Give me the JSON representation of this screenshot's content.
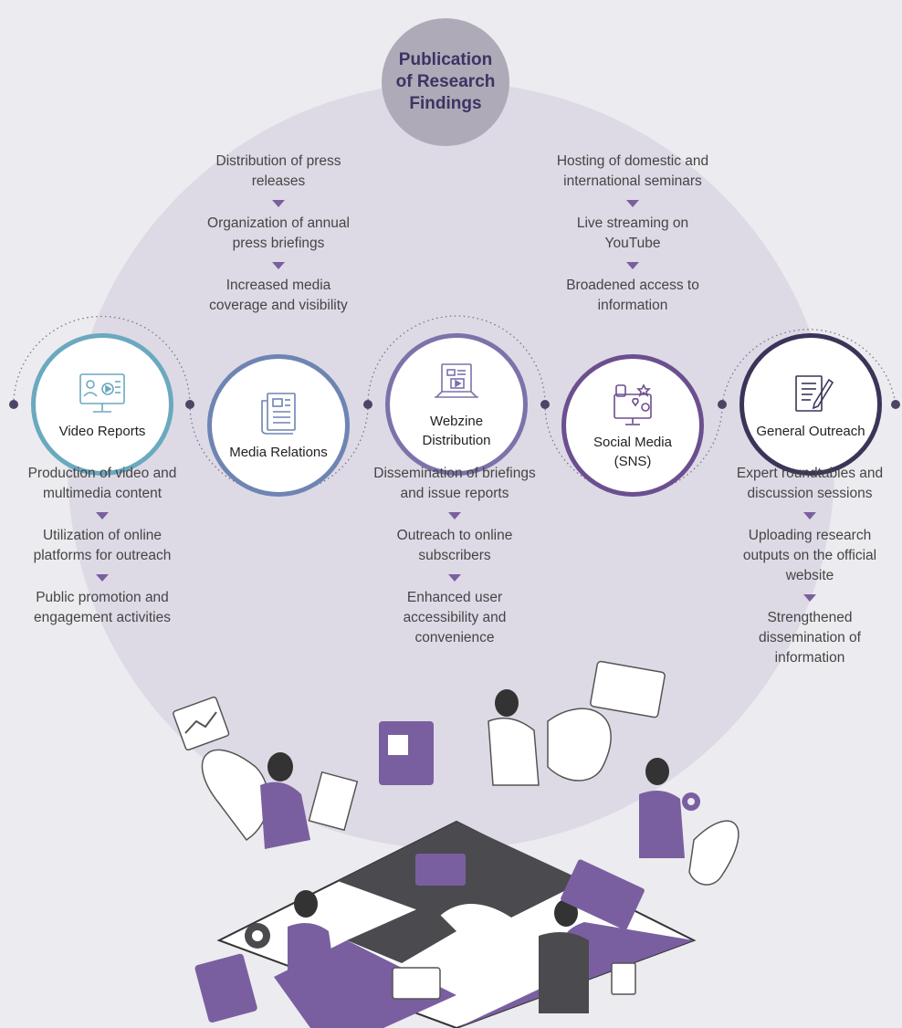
{
  "title": "Publication of Research Findings",
  "channels": [
    {
      "key": "video",
      "label": "Video Reports",
      "icon": "video-monitor-icon",
      "color": "#6aa9bf",
      "steps": [
        "Production of video and multimedia content",
        "Utilization of online platforms for outreach",
        "Public promotion and engagement activities"
      ]
    },
    {
      "key": "media",
      "label": "Media Relations",
      "icon": "newspaper-icon",
      "color": "#6e84b3",
      "steps": [
        "Distribution of press releases",
        "Organization of annual press briefings",
        "Increased media coverage and visibility"
      ]
    },
    {
      "key": "webzine",
      "label": "Webzine Distribution",
      "icon": "laptop-webzine-icon",
      "color": "#7d72aa",
      "steps": [
        "Dissemination of briefings and issue reports",
        "Outreach to online subscribers",
        "Enhanced user accessibility and convenience"
      ]
    },
    {
      "key": "sns",
      "label": "Social Media (SNS)",
      "icon": "social-media-icon",
      "color": "#6b4f8f",
      "steps": [
        "Hosting of domestic and international seminars",
        "Live streaming on YouTube",
        "Broadened access to information"
      ]
    },
    {
      "key": "outreach",
      "label": "General Outreach",
      "icon": "document-pen-icon",
      "color": "#3c3458",
      "steps": [
        "Expert roundtables and discussion sessions",
        "Uploading research outputs on the official website",
        "Strengthened dissemination of information"
      ]
    }
  ],
  "colors": {
    "background": "#ecebef",
    "halo": "#dddae5",
    "hub": "#aeaab7",
    "hub_text": "#3e3364",
    "accent": "#7a5fa0",
    "dark_piece": "#4a4a4f",
    "purple_piece": "#7a5fa0"
  }
}
